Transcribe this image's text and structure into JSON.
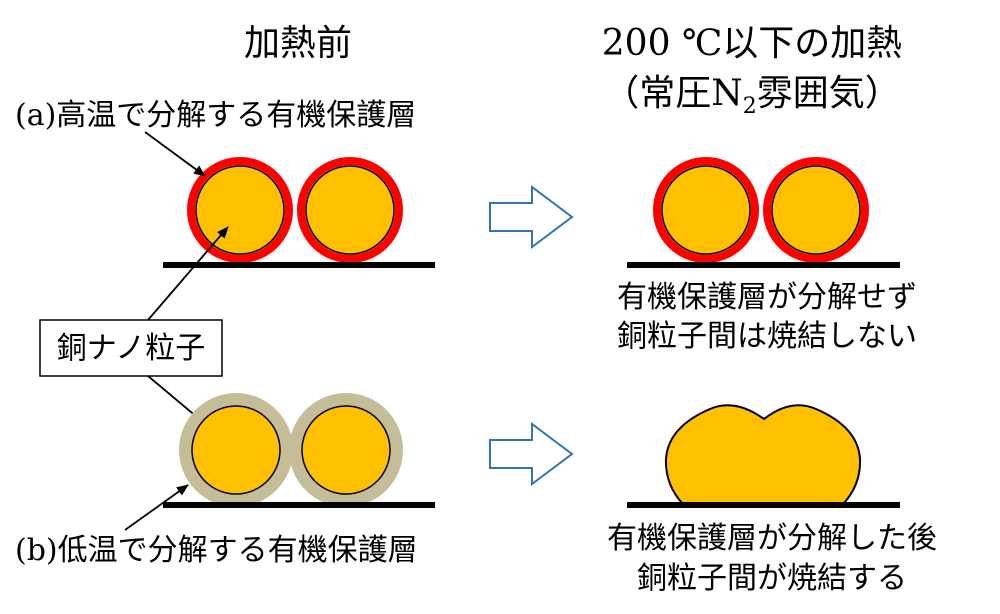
{
  "heading_before": "加熱前",
  "heading_after_line1": "200 ℃以下の加熱",
  "heading_after_line2_prefix": "（常圧N",
  "heading_after_line2_sub": "2",
  "heading_after_line2_suffix": "雰囲気）",
  "label_a": "(a)高温で分解する有機保護層",
  "label_b": "(b)低温で分解する有機保護層",
  "label_particle": "銅ナノ粒子",
  "result_a_line1": "有機保護層が分解せず",
  "result_a_line2": "銅粒子間は焼結しない",
  "result_b_line1": "有機保護層が分解した後",
  "result_b_line2": "銅粒子間が焼結する",
  "colors": {
    "copper": "#FFC000",
    "high_temp_shell": "#FF0000",
    "low_temp_shell": "#C4BD97",
    "arrow_stroke": "#2E75B6",
    "outline": "#000000"
  }
}
